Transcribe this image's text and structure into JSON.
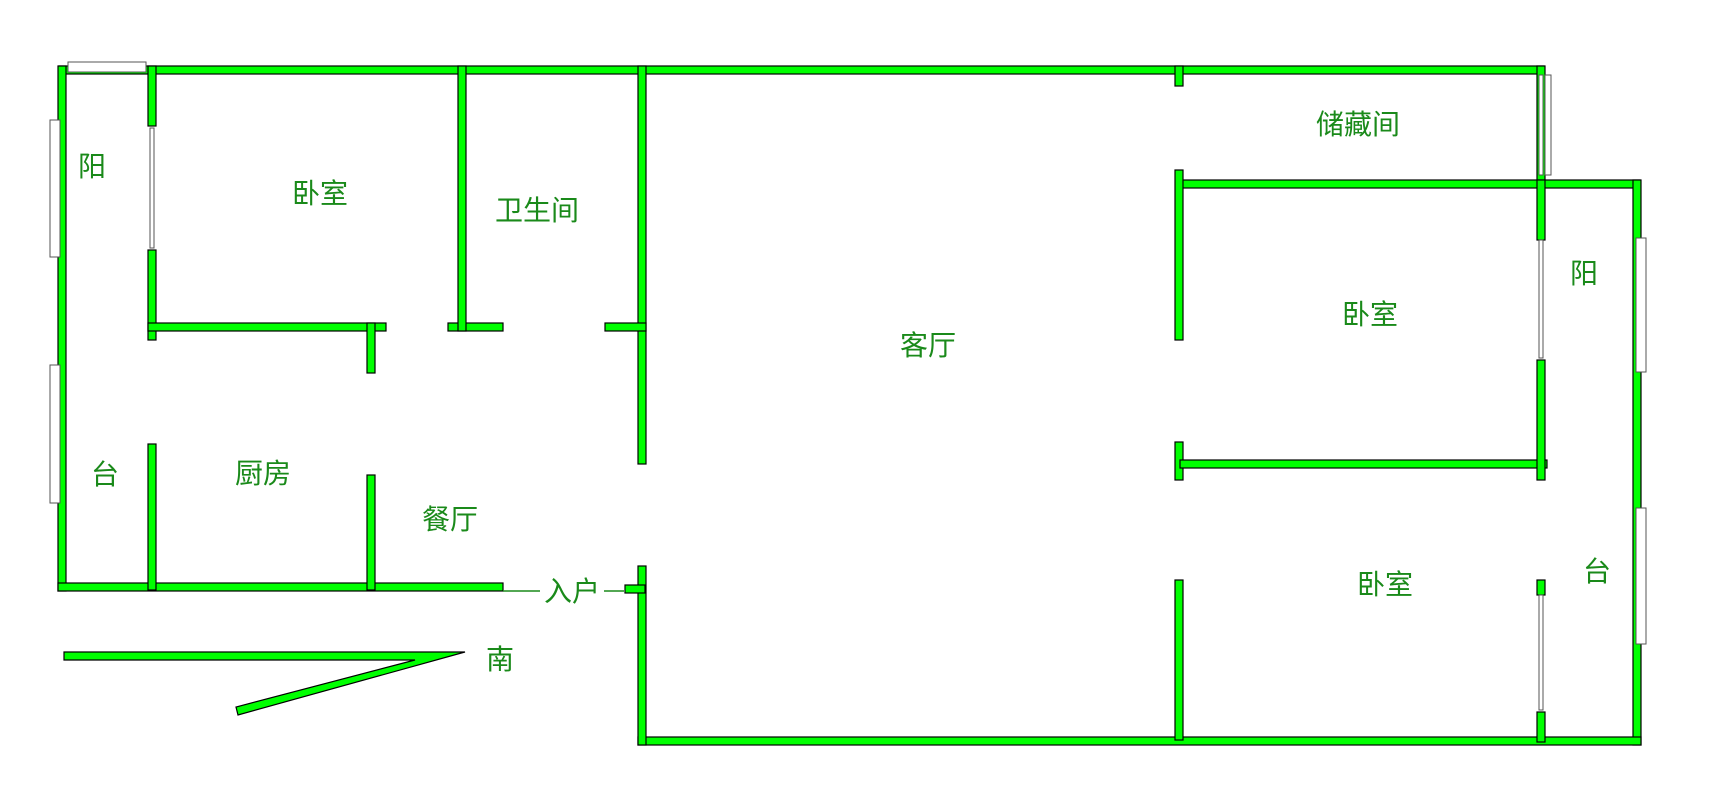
{
  "rooms": {
    "balcony_left_top": "阳",
    "balcony_left_bottom": "台",
    "bedroom_top_left": "卧室",
    "bathroom": "卫生间",
    "kitchen": "厨房",
    "dining": "餐厅",
    "living": "客厅",
    "storage": "储藏间",
    "bedroom_right_mid": "卧室",
    "bedroom_right_bottom": "卧室",
    "balcony_right_top": "阳",
    "balcony_right_bottom": "台"
  },
  "entrance": "入户",
  "compass": "南",
  "colors": {
    "wall": "#00ff00",
    "label": "#1a8a1a",
    "background": "#ffffff"
  }
}
